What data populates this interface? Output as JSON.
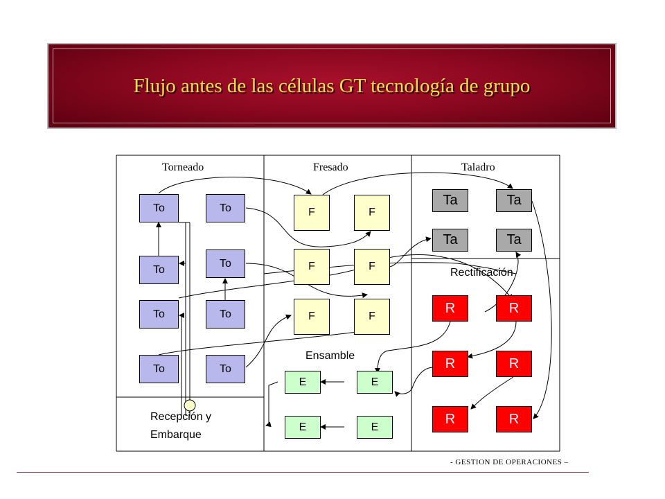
{
  "title": "Flujo antes de las células GT tecnología de grupo",
  "sections": {
    "torneado": "Torneado",
    "fresado": "Fresado",
    "taladro": "Taladro",
    "rectificacion": "Rectificación",
    "ensamble": "Ensamble",
    "recepcion_line1": "Recepción y",
    "recepcion_line2": "Embarque"
  },
  "machines": {
    "to": "To",
    "f": "F",
    "ta": "Ta",
    "r": "R",
    "e": "E"
  },
  "footer": "- GESTION DE OPERACIONES –",
  "colors": {
    "banner": "#8c0820",
    "title_text": "#f2e04a",
    "torneado": "#b8b8ec",
    "fresado": "#ffffcc",
    "taladro": "#a9a9a9",
    "rectificacion": "#ff0000",
    "ensamble": "#ccffcc"
  }
}
